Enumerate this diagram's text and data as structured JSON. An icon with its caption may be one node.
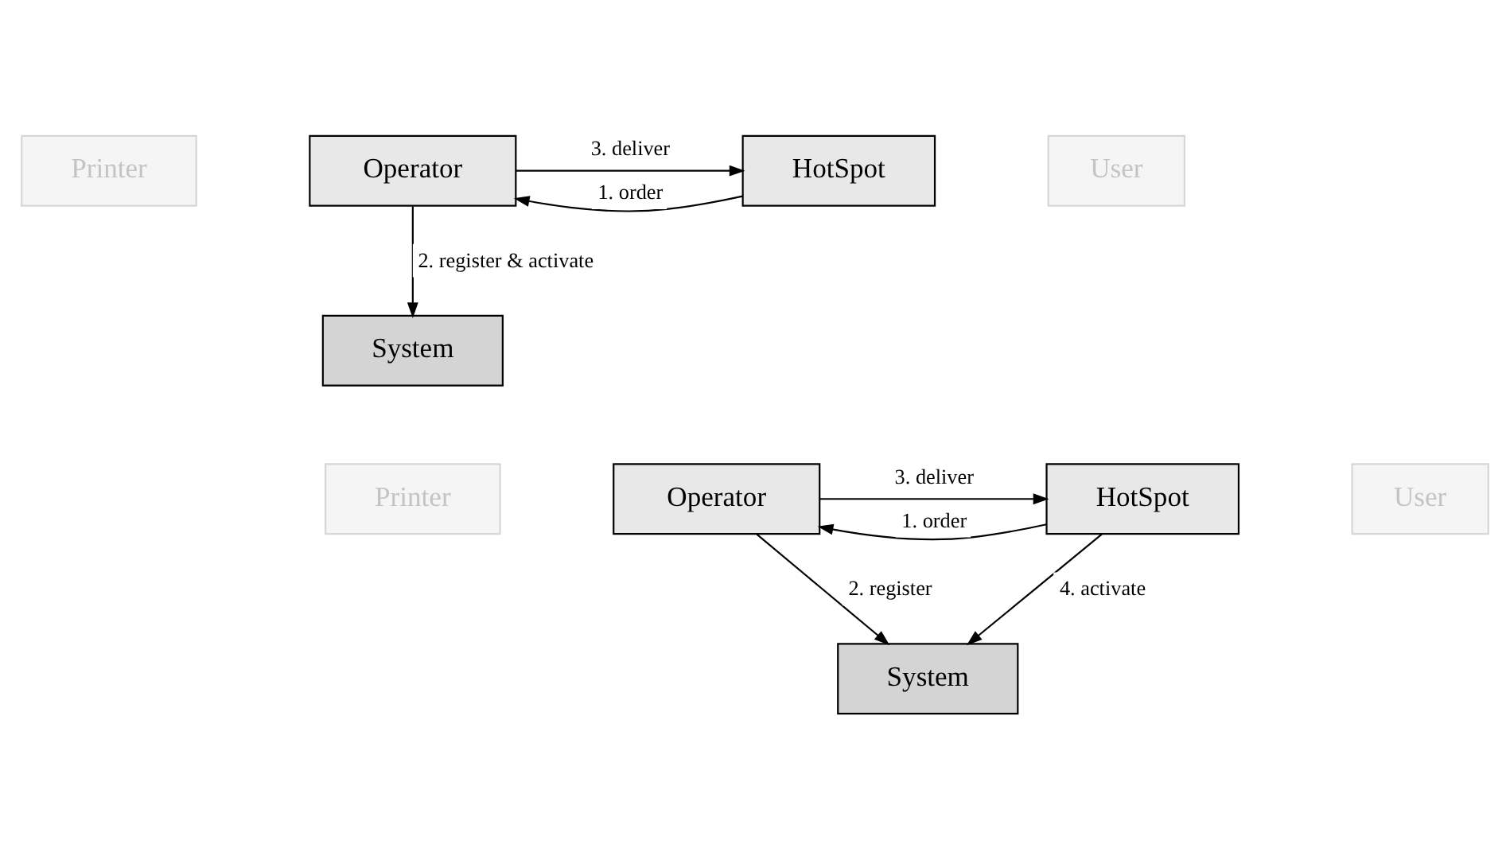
{
  "diagram": {
    "nodes": [
      {
        "text": [
          "Printer"
        ]
      },
      {
        "text": [
          "Operator"
        ]
      },
      {
        "text": [
          "HotSpot"
        ]
      },
      {
        "text": [
          "User"
        ]
      },
      {
        "text": [
          "System"
        ]
      },
      {
        "text": [
          "Printer"
        ]
      },
      {
        "text": [
          "Operator"
        ]
      },
      {
        "text": [
          "HotSpot"
        ]
      },
      {
        "text": [
          "User"
        ]
      },
      {
        "text": [
          "System"
        ]
      }
    ],
    "edges": [
      {
        "from": 2,
        "to": 1,
        "arrow": "to",
        "label": "1. order"
      },
      {
        "from": 1,
        "to": 2,
        "arrow": "to",
        "label": "3. deliver"
      },
      {
        "from": 1,
        "to": 4,
        "arrow": "to",
        "label": "2. register & activate"
      },
      {
        "from": 7,
        "to": 6,
        "arrow": "to",
        "label": "1. order"
      },
      {
        "from": 6,
        "to": 7,
        "arrow": "to",
        "label": "3. deliver"
      },
      {
        "from": 6,
        "to": 9,
        "arrow": "to",
        "label": "2. register"
      },
      {
        "from": 7,
        "to": 9,
        "arrow": "to",
        "label": "4. activate"
      }
    ]
  }
}
